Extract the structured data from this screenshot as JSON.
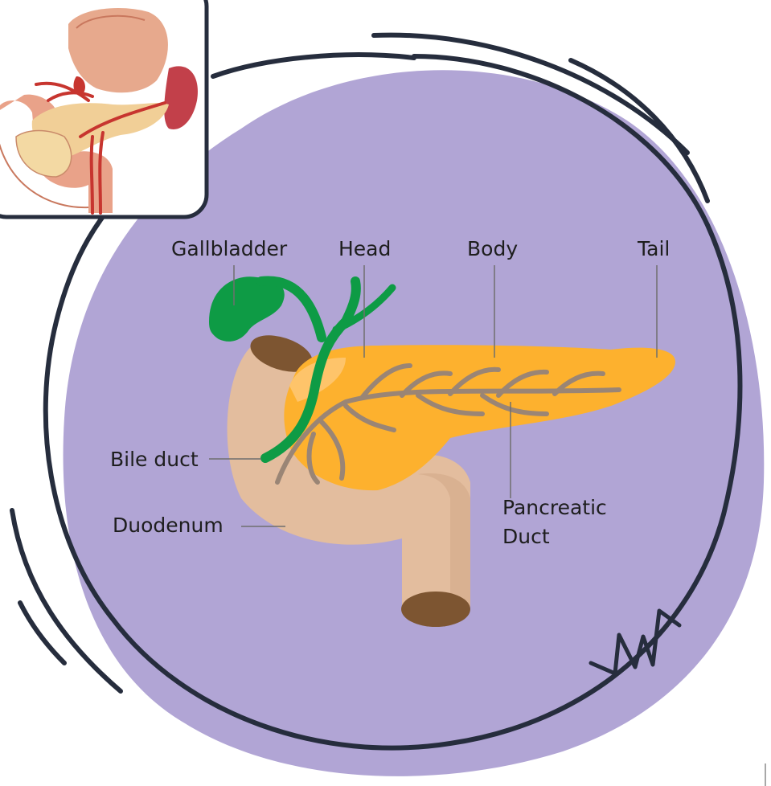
{
  "labels": {
    "gallbladder": "Gallbladder",
    "head": "Head",
    "body": "Body",
    "tail": "Tail",
    "bile_duct": "Bile duct",
    "duodenum": "Duodenum",
    "pancreatic_duct_line1": "Pancreatic",
    "pancreatic_duct_line2": "Duct"
  },
  "colors": {
    "blob": "#b1a5d5",
    "ring": "#262d3d",
    "pancreas": "#fdb12e",
    "pancreas_light": "#fec46a",
    "duodenum": "#e3bd9e",
    "duodenum_shade": "#d2a888",
    "lumen": "#7d5531",
    "gallbladder": "#0e9b45",
    "duct": "#9a8575",
    "inset_border": "#262d3d"
  }
}
